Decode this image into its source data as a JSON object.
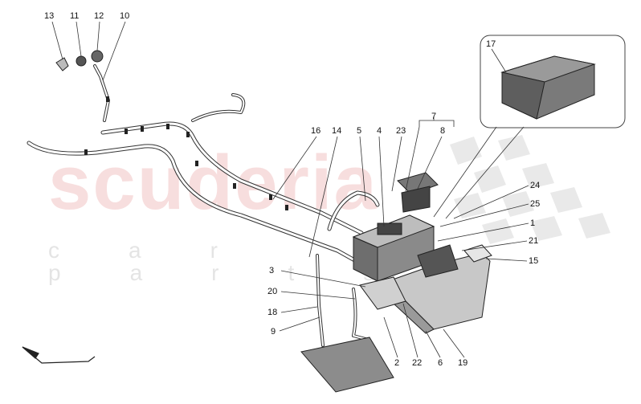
{
  "watermark": {
    "brand": "scuderia",
    "sub": "car parts"
  },
  "callouts": [
    "13",
    "11",
    "12",
    "10",
    "17",
    "16",
    "14",
    "5",
    "4",
    "23",
    "7",
    "8",
    "24",
    "25",
    "1",
    "21",
    "15",
    "3",
    "20",
    "18",
    "9",
    "2",
    "22",
    "6",
    "19"
  ]
}
